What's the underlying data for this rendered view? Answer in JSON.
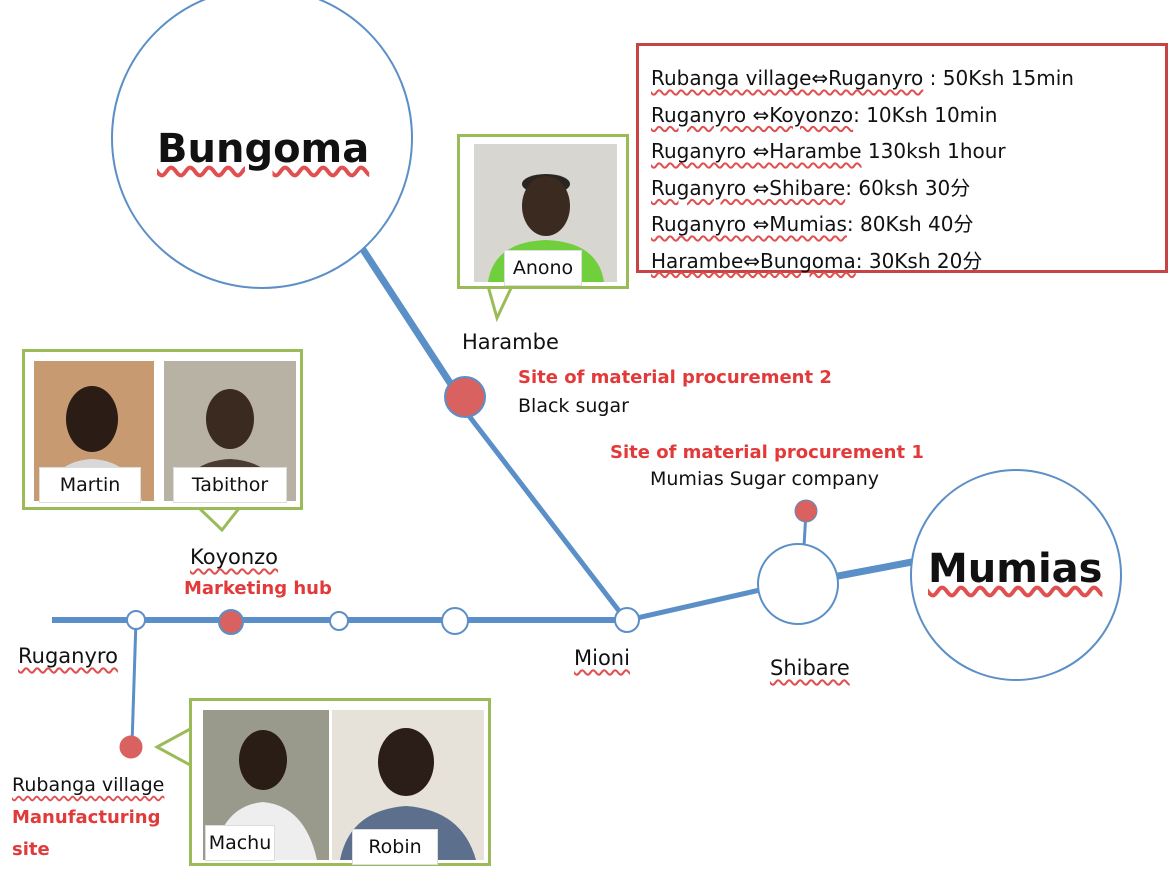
{
  "places": {
    "bungoma": "Bungoma",
    "mumias": "Mumias",
    "harambe": "Harambe",
    "koyonzo": "Koyonzo",
    "ruganyro": "Ruganyro",
    "mioni": "Mioni",
    "shibare": "Shibare",
    "rubanga": "Rubanga village"
  },
  "roles": {
    "procurement2": "Site of material procurement 2",
    "procurement2_item": "Black sugar",
    "procurement1": "Site of material procurement 1",
    "procurement1_item": "Mumias Sugar company",
    "marketing": "Marketing hub",
    "manufacturing_line1": "Manufacturing",
    "manufacturing_line2": "site"
  },
  "people": {
    "anono": "Anono",
    "martin": "Martin",
    "tabithor": "Tabithor",
    "machu": "Machu",
    "robin": "Robin"
  },
  "fares": [
    {
      "route": "Rubanga village⇔Ruganyro",
      "detail": " : 50Ksh 15min"
    },
    {
      "route": "Ruganyro ⇔Koyonzo",
      "detail": ": 10Ksh 10min"
    },
    {
      "route": "Ruganyro ⇔Harambe",
      "detail": " 130ksh 1hour"
    },
    {
      "route": "Ruganyro ⇔Shibare",
      "detail": ": 60ksh 30分"
    },
    {
      "route": "Ruganyro ⇔Mumias",
      "detail": ": 80Ksh 40分"
    },
    {
      "route": "Harambe⇔Bungoma",
      "detail": ": 30Ksh 20分"
    }
  ],
  "colors": {
    "route": "#5b8fc7",
    "node_red": "#d9615f",
    "card_border": "#9bbb59",
    "fare_border": "#c84444",
    "label_red": "#e23a3a"
  }
}
